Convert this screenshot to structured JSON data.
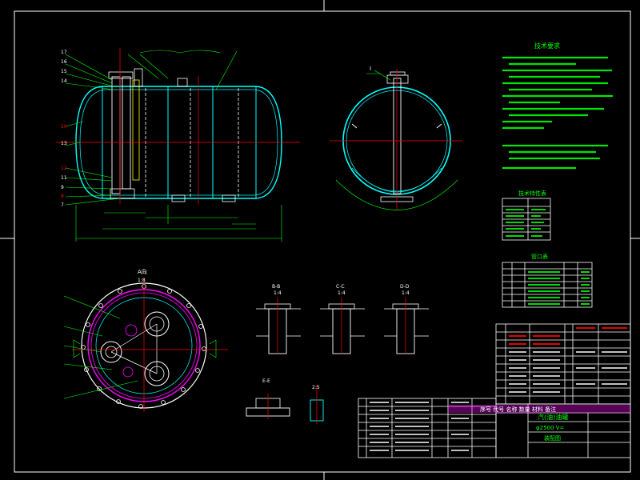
{
  "section_labels": {
    "view_a": "A向",
    "view_a_scale": "1:8",
    "section_1": "I",
    "section_1_scale": "2:5",
    "sec_b": "B-B",
    "sec_c": "C-C",
    "sec_d": "D-D",
    "sec_e": "E-E",
    "scale_14": "1:4"
  },
  "tables": {
    "tech_req_title": "技术要求",
    "tech_char_title": "技术特性表",
    "nozzle_title": "管口表",
    "title_block_main": "汽(油)油罐",
    "title_block_sub": "φ2500 V=",
    "title_block_row3": "装配图",
    "mid_row": "序号 代号 名称 数量 材料 备注"
  },
  "colors": {
    "frame": "#ffffff",
    "outline": "#00ffff",
    "center_line": "#ff0000",
    "dimension": "#00ff00",
    "leader": "#00ff00",
    "hidden": "#ffff00",
    "accent": "#ff00ff",
    "text": "#ffffff"
  }
}
